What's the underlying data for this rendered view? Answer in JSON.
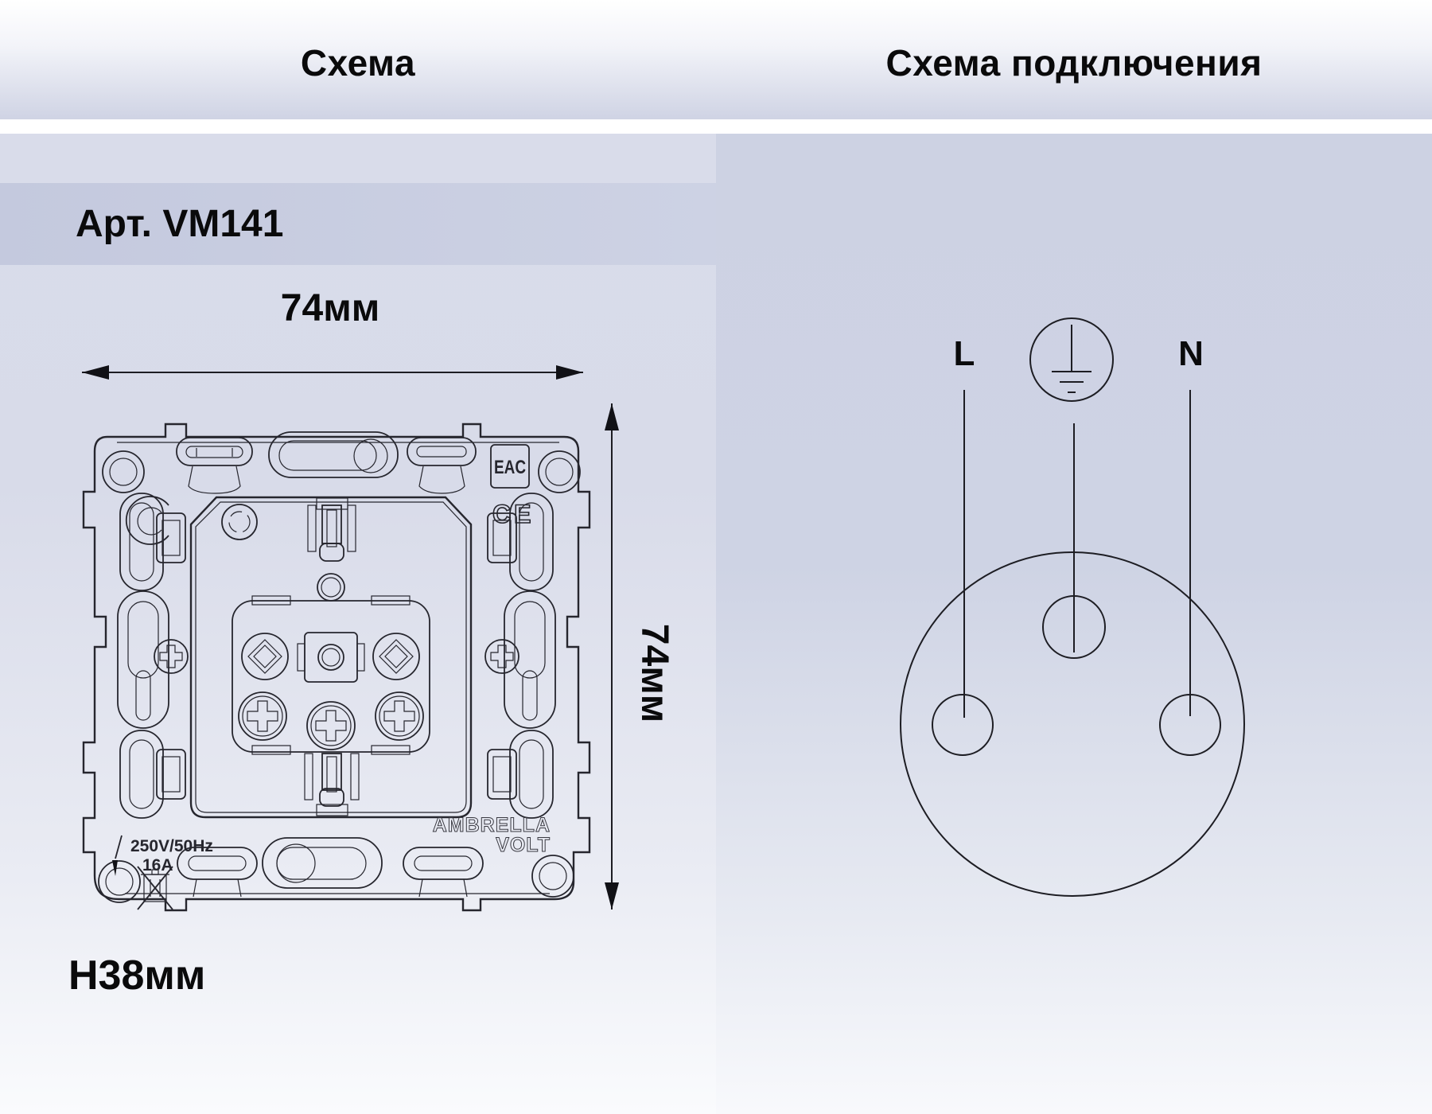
{
  "header": {
    "left_title": "Схема",
    "right_title": "Схема подключения"
  },
  "article": {
    "label": "Арт. VM141"
  },
  "left_diagram": {
    "width_dim": "74мм",
    "height_dim": "74мм",
    "depth_dim": "H38мм",
    "marks": {
      "eac": "EAC",
      "ce": "CE",
      "rating_voltage": "250V/50Hz",
      "rating_current": "16A",
      "brand_top": "AMBRELLA",
      "brand_bottom": "VOLT"
    }
  },
  "right_diagram": {
    "live_label": "L",
    "neutral_label": "N"
  },
  "colors": {
    "header_top": "#ffffff",
    "header_bottom": "#cfd3e4",
    "left_panel": "#d9dcea",
    "article_band": "#c6cbde",
    "right_panel": "#cdd2e3",
    "line": "#26262e",
    "text": "#0a0a0b"
  }
}
